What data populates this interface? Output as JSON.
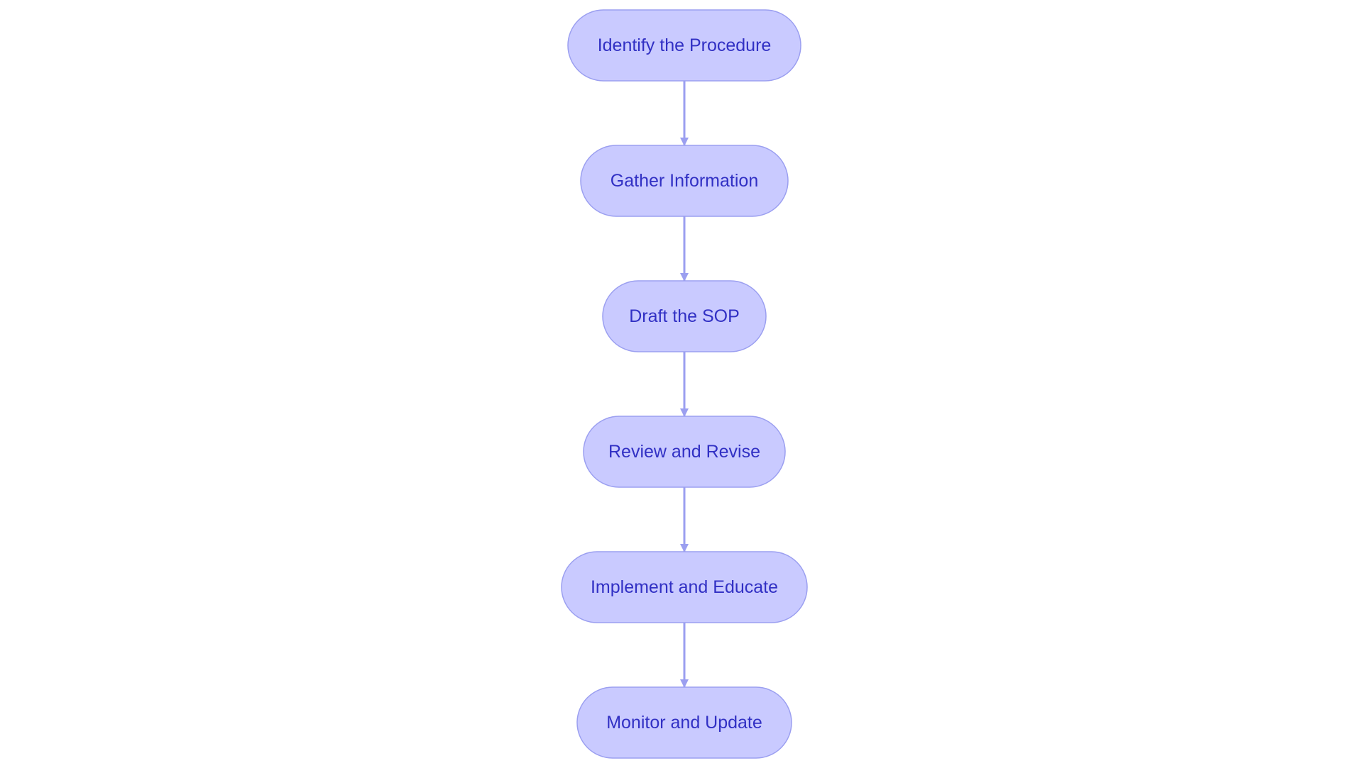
{
  "diagram": {
    "type": "flowchart",
    "direction": "top-to-bottom",
    "colors": {
      "node_fill": "#c9caff",
      "node_stroke": "#9b9ff0",
      "text": "#3130c4",
      "edge": "#9b9ff0",
      "background": "#ffffff"
    },
    "nodes": [
      {
        "id": "n1",
        "label": "Identify the Procedure"
      },
      {
        "id": "n2",
        "label": "Gather Information"
      },
      {
        "id": "n3",
        "label": "Draft the SOP"
      },
      {
        "id": "n4",
        "label": "Review and Revise"
      },
      {
        "id": "n5",
        "label": "Implement and Educate"
      },
      {
        "id": "n6",
        "label": "Monitor and Update"
      }
    ],
    "edges": [
      {
        "from": "n1",
        "to": "n2"
      },
      {
        "from": "n2",
        "to": "n3"
      },
      {
        "from": "n3",
        "to": "n4"
      },
      {
        "from": "n4",
        "to": "n5"
      },
      {
        "from": "n5",
        "to": "n6"
      }
    ]
  }
}
